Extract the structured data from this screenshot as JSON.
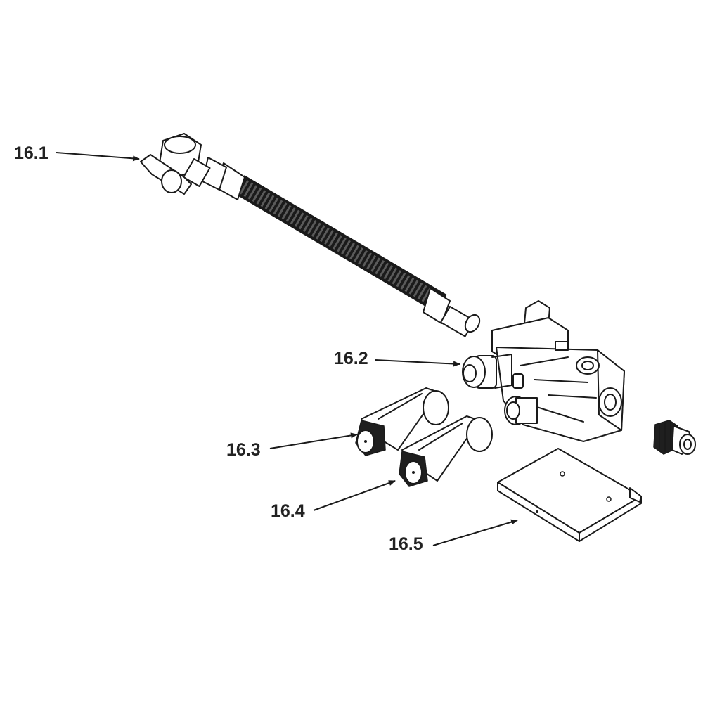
{
  "callouts": {
    "c1": "16.1",
    "c2": "16.2",
    "c3": "16.3",
    "c4": "16.4",
    "c5": "16.5"
  },
  "colors": {
    "ink": "#1a1a1a",
    "background": "#ffffff"
  }
}
